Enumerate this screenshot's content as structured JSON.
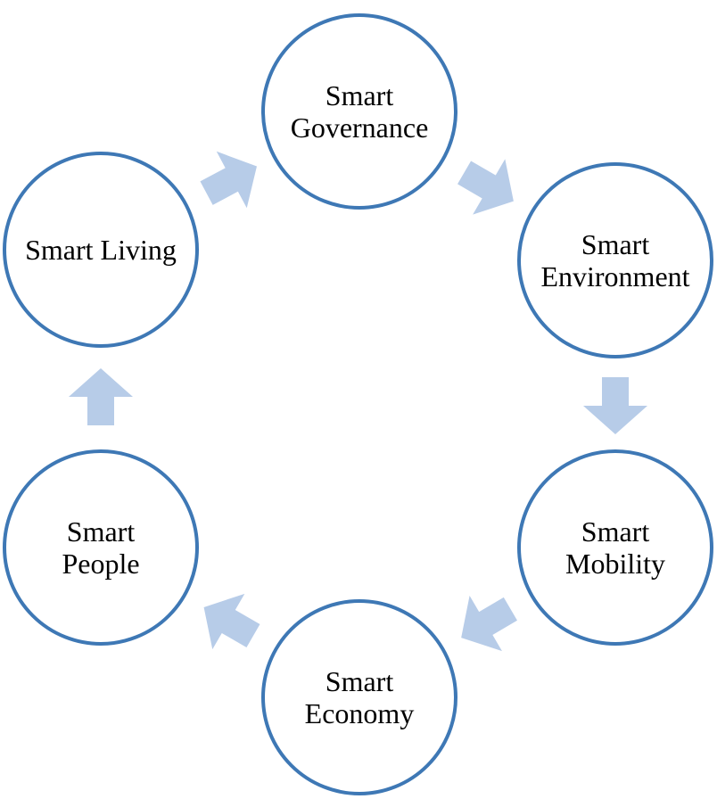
{
  "diagram": {
    "type": "cycle",
    "style": {
      "circle_stroke": "#3E78B5",
      "circle_fill": "#FFFFFF",
      "arrow_fill": "#B7CCE8",
      "text_color": "#000000"
    },
    "nodes": [
      {
        "id": "governance",
        "lines": [
          "Smart",
          "Governance"
        ]
      },
      {
        "id": "environment",
        "lines": [
          "Smart",
          "Environment"
        ]
      },
      {
        "id": "mobility",
        "lines": [
          "Smart",
          "Mobility"
        ]
      },
      {
        "id": "economy",
        "lines": [
          "Smart",
          "Economy"
        ]
      },
      {
        "id": "people",
        "lines": [
          "Smart",
          "People"
        ]
      },
      {
        "id": "living",
        "lines": [
          "Smart Living"
        ]
      }
    ],
    "edges": [
      {
        "from": "governance",
        "to": "environment"
      },
      {
        "from": "environment",
        "to": "mobility"
      },
      {
        "from": "mobility",
        "to": "economy"
      },
      {
        "from": "economy",
        "to": "people"
      },
      {
        "from": "people",
        "to": "living"
      },
      {
        "from": "living",
        "to": "governance"
      }
    ]
  }
}
